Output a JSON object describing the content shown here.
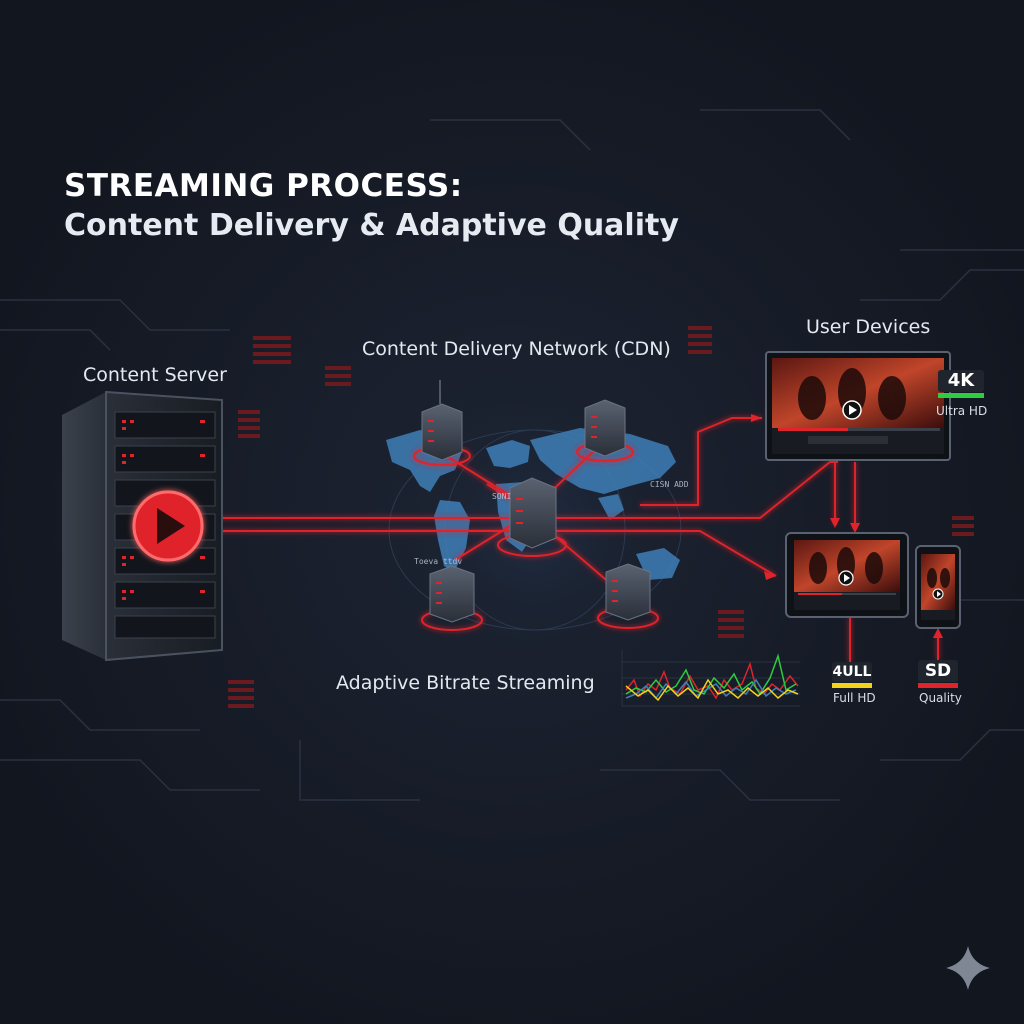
{
  "header": {
    "title": "STREAMING PROCESS:",
    "subtitle": "Content Delivery & Adaptive Quality"
  },
  "labels": {
    "content_server": "Content Server",
    "cdn": "Content Delivery Network (CDN)",
    "user_devices": "User Devices",
    "adaptive_bitrate": "Adaptive Bitrate Streaming"
  },
  "map_tags": {
    "tag_a": "SONI",
    "tag_b": "CISN ADD",
    "tag_c": "Toeva ttdv"
  },
  "quality_badges": {
    "uhd": {
      "badge": "4K",
      "caption": "Ultra HD",
      "accent": "#2ecc40"
    },
    "fhd": {
      "badge": "4ULL",
      "caption": "Full HD",
      "accent": "#f2d21b"
    },
    "sd": {
      "badge": "SD",
      "caption": "Quality",
      "accent": "#e0242c"
    }
  },
  "colors": {
    "background": "#151a24",
    "accent_red": "#e0242c",
    "map_blue": "#3f7fb8"
  },
  "icons": {
    "server": "server-rack-icon",
    "play": "play-icon",
    "cdn_node": "server-node-icon",
    "world_map": "world-map-icon",
    "sparkle": "sparkle-icon"
  }
}
